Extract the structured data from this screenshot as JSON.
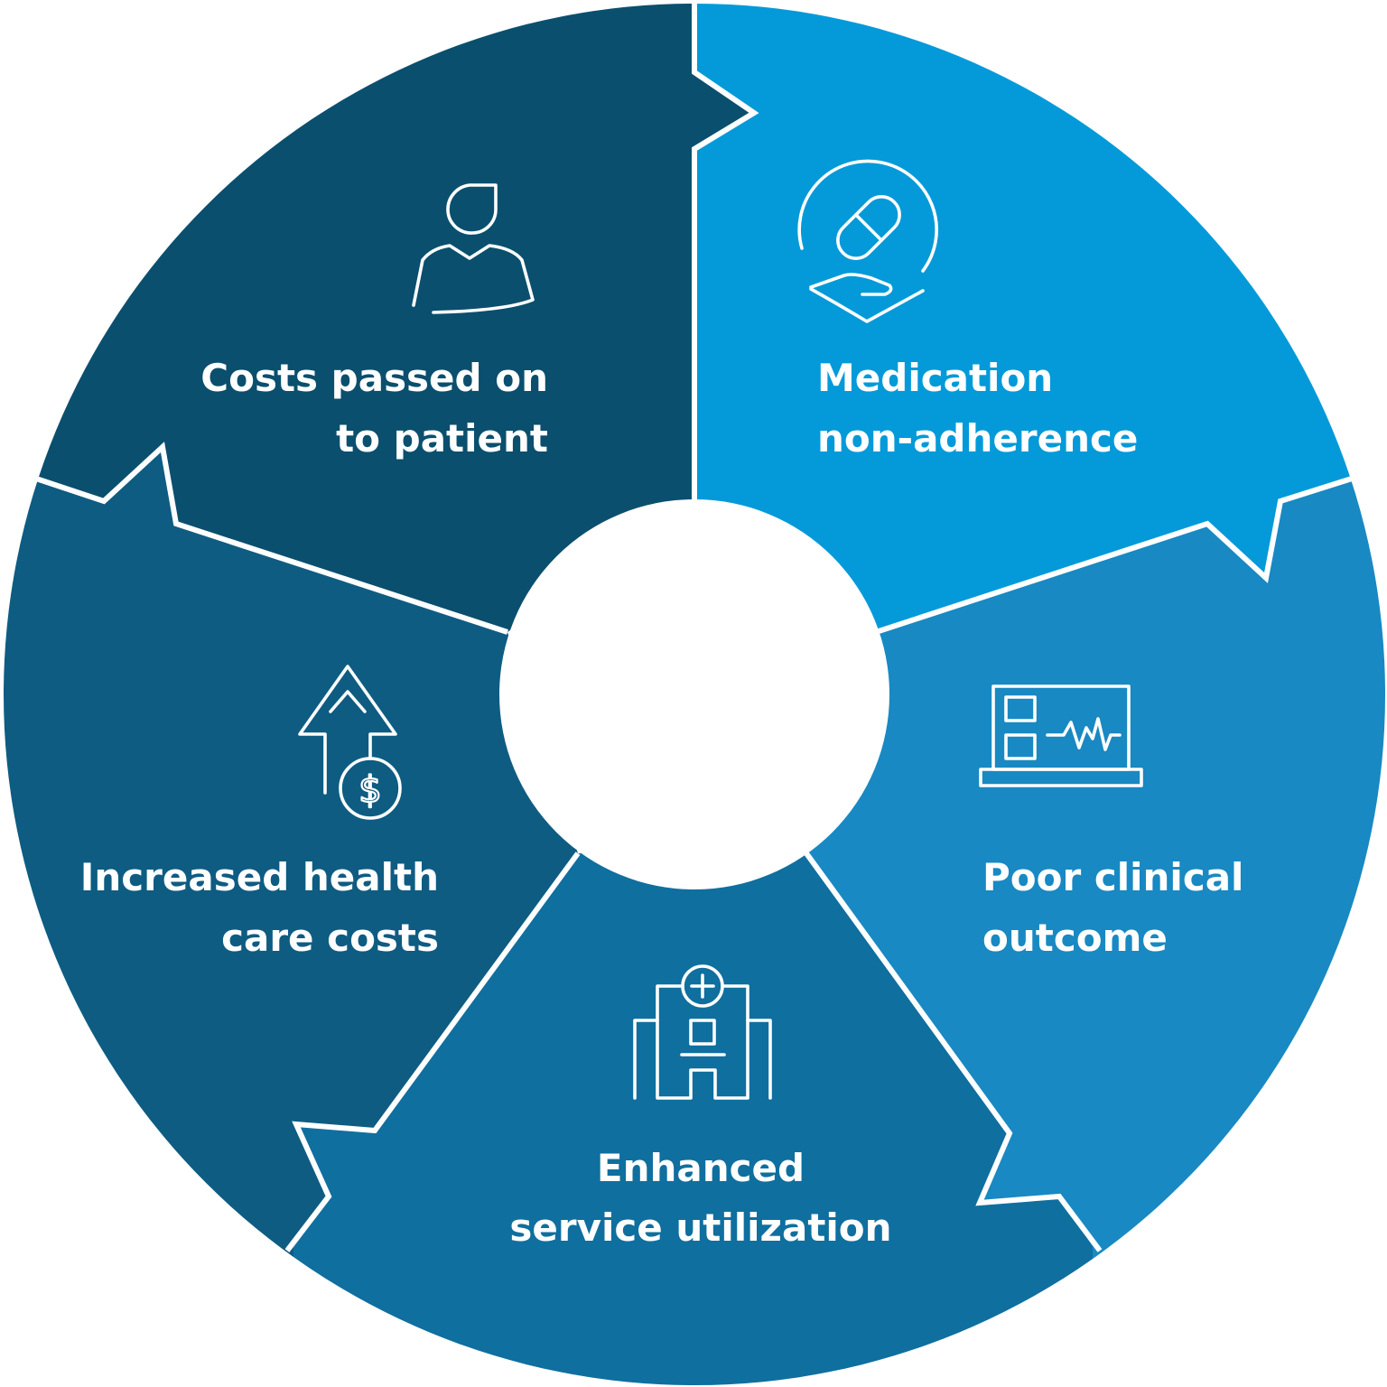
{
  "colors": {
    "segment_costs_patient": "#0a4f6e",
    "segment_medication": "#049ad9",
    "segment_clinical": "#1889c2",
    "segment_utilization": "#0f6f9f",
    "segment_health_costs": "#0e5c82",
    "divider": "#ffffff",
    "center": "#ffffff",
    "text": "#ffffff"
  },
  "segments": [
    {
      "id": "costs-patient",
      "icon": "patient-icon",
      "lines": [
        "Costs passed on",
        "to patient"
      ]
    },
    {
      "id": "medication",
      "icon": "pill-in-hand-icon",
      "lines": [
        "Medication",
        "non-adherence"
      ]
    },
    {
      "id": "clinical",
      "icon": "monitor-heartbeat-icon",
      "lines": [
        "Poor clinical",
        "outcome"
      ]
    },
    {
      "id": "utilization",
      "icon": "hospital-icon",
      "lines": [
        "Enhanced",
        "service utilization"
      ]
    },
    {
      "id": "health-costs",
      "icon": "rising-cost-icon",
      "lines": [
        "Increased health",
        "care costs"
      ]
    }
  ]
}
